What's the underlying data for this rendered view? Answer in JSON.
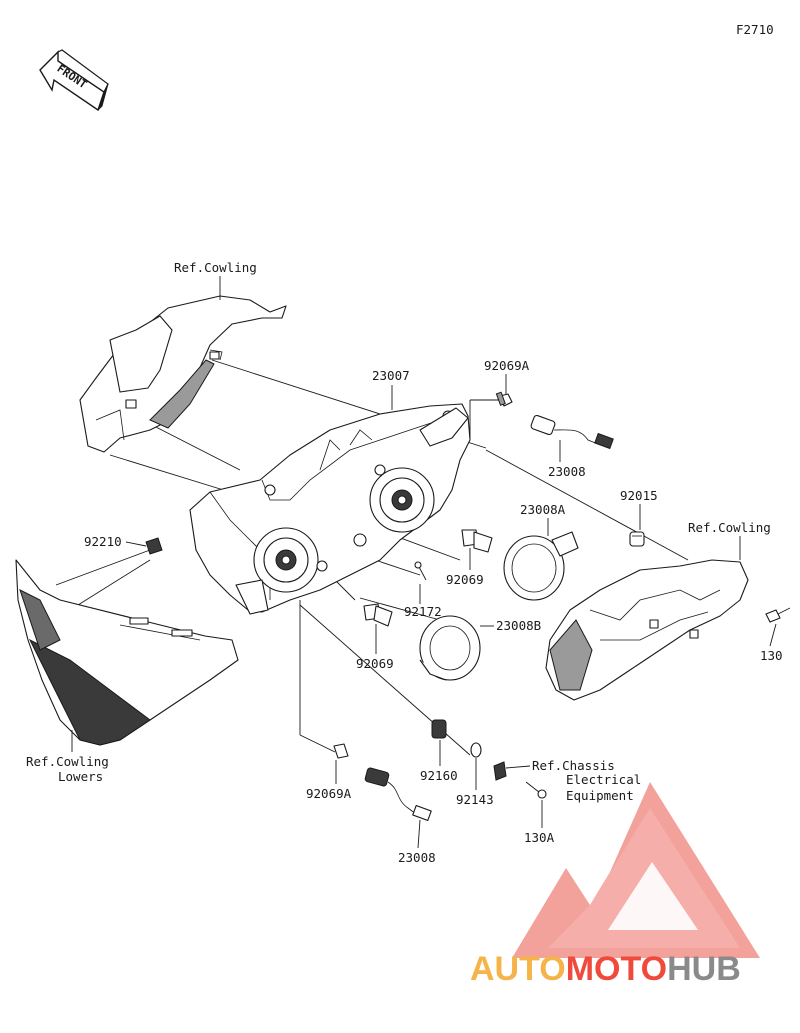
{
  "figure_code": "F2710",
  "front_label": "FRONT",
  "labels": {
    "ref_cowling_top": "Ref.Cowling",
    "p23007": "23007",
    "p92069A_top": "92069A",
    "p23008_top": "23008",
    "p92015": "92015",
    "ref_cowling_right": "Ref.Cowling",
    "p130": "130",
    "p92210": "92210",
    "p23008A": "23008A",
    "p92069_center": "92069",
    "p92172": "92172",
    "p23008B": "23008B",
    "p92069_lower": "92069",
    "ref_cowling_lowers_1": "Ref.Cowling",
    "ref_cowling_lowers_2": "Lowers",
    "p92160": "92160",
    "p92143": "92143",
    "ref_chassis_1": "Ref.Chassis",
    "ref_chassis_2": "Electrical",
    "ref_chassis_3": "Equipment",
    "p130A": "130A",
    "p92069A_bottom": "92069A",
    "p23008_bottom": "23008"
  },
  "watermark": {
    "part1": "AUTO",
    "part2": "MOTO",
    "part3": "HUB",
    "color_orange": "#f6b34a",
    "color_red": "#ef4a3c",
    "color_gray": "#8a8a8a"
  }
}
